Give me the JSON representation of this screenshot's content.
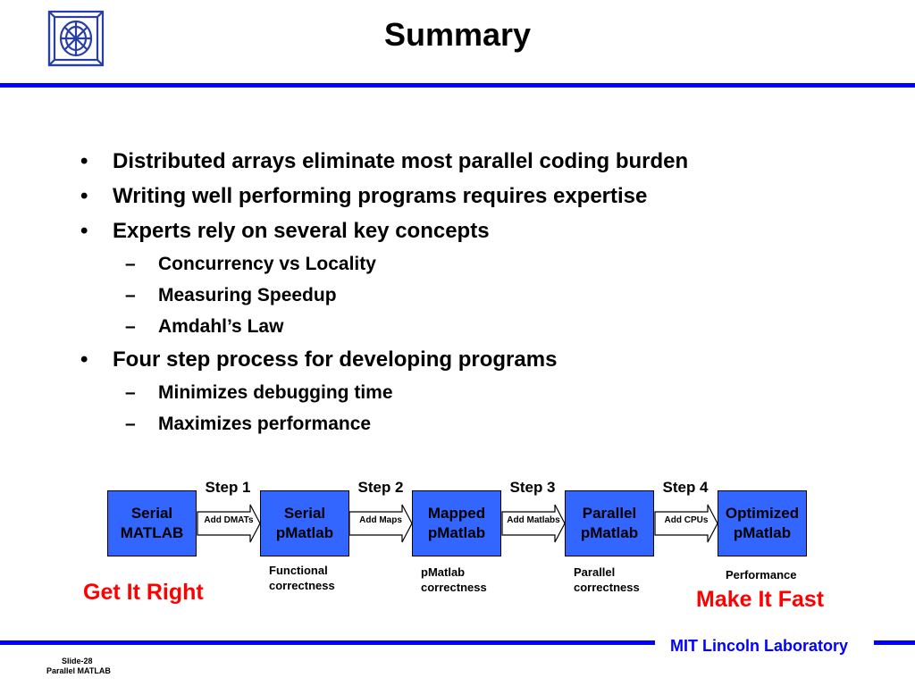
{
  "title": "Summary",
  "bullets": [
    {
      "text": "Distributed arrays eliminate most parallel coding burden",
      "sub": []
    },
    {
      "text": "Writing well performing programs requires expertise",
      "sub": []
    },
    {
      "text": "Experts rely on several key concepts",
      "sub": [
        "Concurrency vs Locality",
        "Measuring Speedup",
        "Amdahl’s Law"
      ]
    },
    {
      "text": "Four step process for developing programs",
      "sub": [
        "Minimizes debugging time",
        "Maximizes performance"
      ]
    }
  ],
  "diagram": {
    "boxes": [
      {
        "line1": "Serial",
        "line2": "MATLAB"
      },
      {
        "line1": "Serial",
        "line2": "pMatlab"
      },
      {
        "line1": "Mapped",
        "line2": "pMatlab"
      },
      {
        "line1": "Parallel",
        "line2": "pMatlab"
      },
      {
        "line1": "Optimized",
        "line2": "pMatlab"
      }
    ],
    "steps": [
      "Step 1",
      "Step 2",
      "Step 3",
      "Step 4"
    ],
    "arrow_labels": [
      "Add DMATs",
      "Add Maps",
      "Add Matlabs",
      "Add CPUs"
    ],
    "captions": [
      {
        "line1": "Functional",
        "line2": "correctness"
      },
      {
        "line1": "pMatlab",
        "line2": "correctness"
      },
      {
        "line1": "Parallel",
        "line2": "correctness"
      },
      {
        "line1": "Performance",
        "line2": ""
      }
    ],
    "get_it_right": "Get It Right",
    "make_it_fast": "Make It Fast",
    "box_color": "#3366ff",
    "accent_red": "#ff0000"
  },
  "footer": {
    "lab": "MIT Lincoln Laboratory",
    "slide": "Slide-28",
    "course": "Parallel MATLAB",
    "rule_color": "#0000ff"
  }
}
